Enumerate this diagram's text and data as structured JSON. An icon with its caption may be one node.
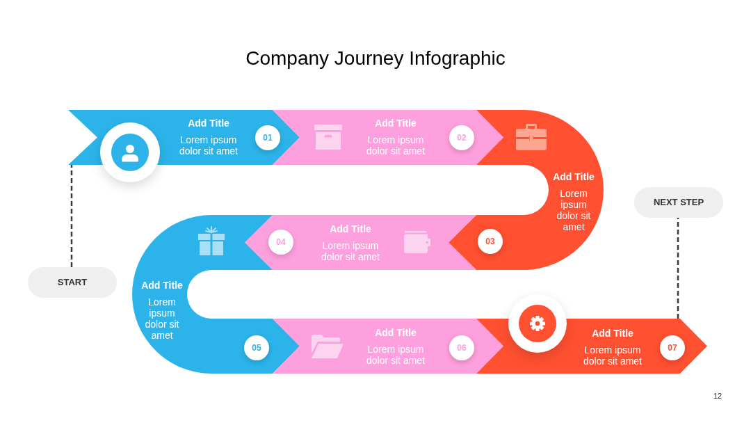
{
  "diagram": {
    "title": "Company Journey Infographic",
    "nodes": [
      {
        "text": [
          "Add Title",
          "Lorem ipsum dolor sit amet",
          "01"
        ]
      },
      {
        "text": [
          "Add Title",
          "Lorem ipsum dolor sit amet",
          "02"
        ]
      },
      {
        "text": [
          "Add Title",
          "Lorem ipsum dolor sit amet",
          "03"
        ]
      },
      {
        "text": [
          "Add Title",
          "Lorem ipsum dolor sit amet",
          "04"
        ]
      },
      {
        "text": [
          "Add Title",
          "Lorem ipsum dolor sit amet",
          "05"
        ]
      },
      {
        "text": [
          "Add Title",
          "Lorem ipsum dolor sit amet",
          "06"
        ]
      },
      {
        "text": [
          "Add Title",
          "Lorem ipsum dolor sit amet",
          "07"
        ]
      },
      {
        "text": [
          "START"
        ]
      },
      {
        "text": [
          "NEXT STEP"
        ]
      }
    ],
    "edges": [
      {
        "from": 7,
        "to": 0,
        "arrow": "none",
        "style": "dashed"
      },
      {
        "from": 6,
        "to": 8,
        "arrow": "none",
        "style": "dashed"
      }
    ],
    "labels": [
      "12"
    ]
  }
}
